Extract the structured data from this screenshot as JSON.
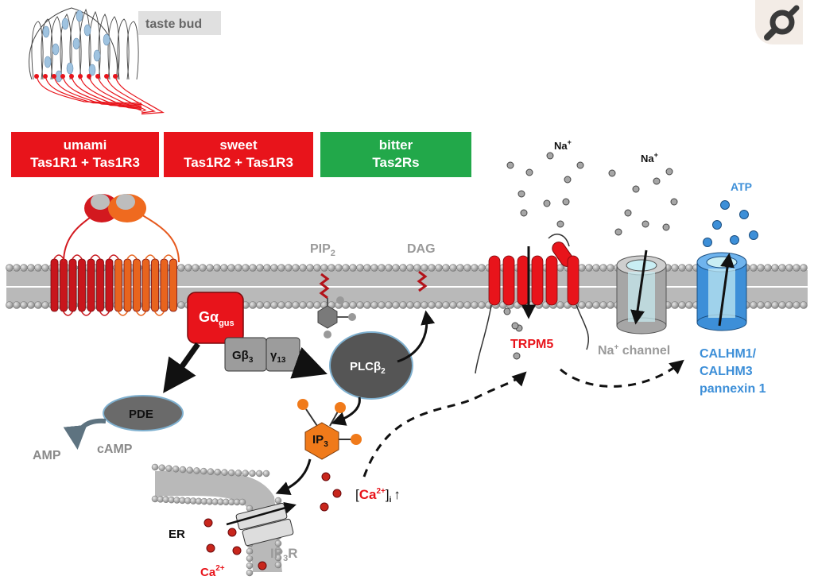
{
  "taste_bud_label": "taste bud",
  "receptors": [
    {
      "line1": "umami",
      "line2": "Tas1R1 + Tas1R3",
      "color": "#e8141b"
    },
    {
      "line1": "sweet",
      "line2": "Tas1R2 + Tas1R3",
      "color": "#e8141b"
    },
    {
      "line1": "bitter",
      "line2": "Tas2Rs",
      "color": "#22a84a"
    }
  ],
  "molecules": {
    "pip2": {
      "base": "PIP",
      "sub": "2"
    },
    "dag": "DAG",
    "g_alpha": {
      "base": "Gα",
      "sub": "gus"
    },
    "g_beta": {
      "base": "Gβ",
      "sub": "3"
    },
    "g_gamma": {
      "base": "γ",
      "sub": "13"
    },
    "plc": {
      "base": "PLCβ",
      "sub": "2"
    },
    "pde": "PDE",
    "amp": "AMP",
    "camp": "cAMP",
    "ip3": {
      "base": "IP",
      "sub": "3"
    },
    "ip3r": {
      "base": "IP",
      "sub": "3",
      "tail": "R"
    },
    "er": "ER",
    "ca_bottom": {
      "base": "Ca",
      "sup": "2+"
    },
    "ca_i": {
      "open": "[",
      "base": "Ca",
      "sup": "2+",
      "close": "]",
      "sub": "i",
      "arrow": "↑"
    }
  },
  "channels": {
    "na_top1": {
      "base": "Na",
      "sup": "+"
    },
    "na_top2": {
      "base": "Na",
      "sup": "+"
    },
    "trpm5": "TRPM5",
    "na_channel": {
      "base": "Na",
      "sup": "+",
      "tail": " channel"
    },
    "atp": "ATP",
    "calhm_line1": "CALHM1/",
    "calhm_line2": "CALHM3",
    "calhm_line3": "pannexin 1"
  },
  "colors": {
    "red": "#e8141b",
    "dark_red": "#b3131a",
    "green": "#22a84a",
    "blue": "#3d8fd8",
    "gray_text": "#9a9a9a",
    "dark_gray": "#555555",
    "orange": "#f07a1a"
  }
}
